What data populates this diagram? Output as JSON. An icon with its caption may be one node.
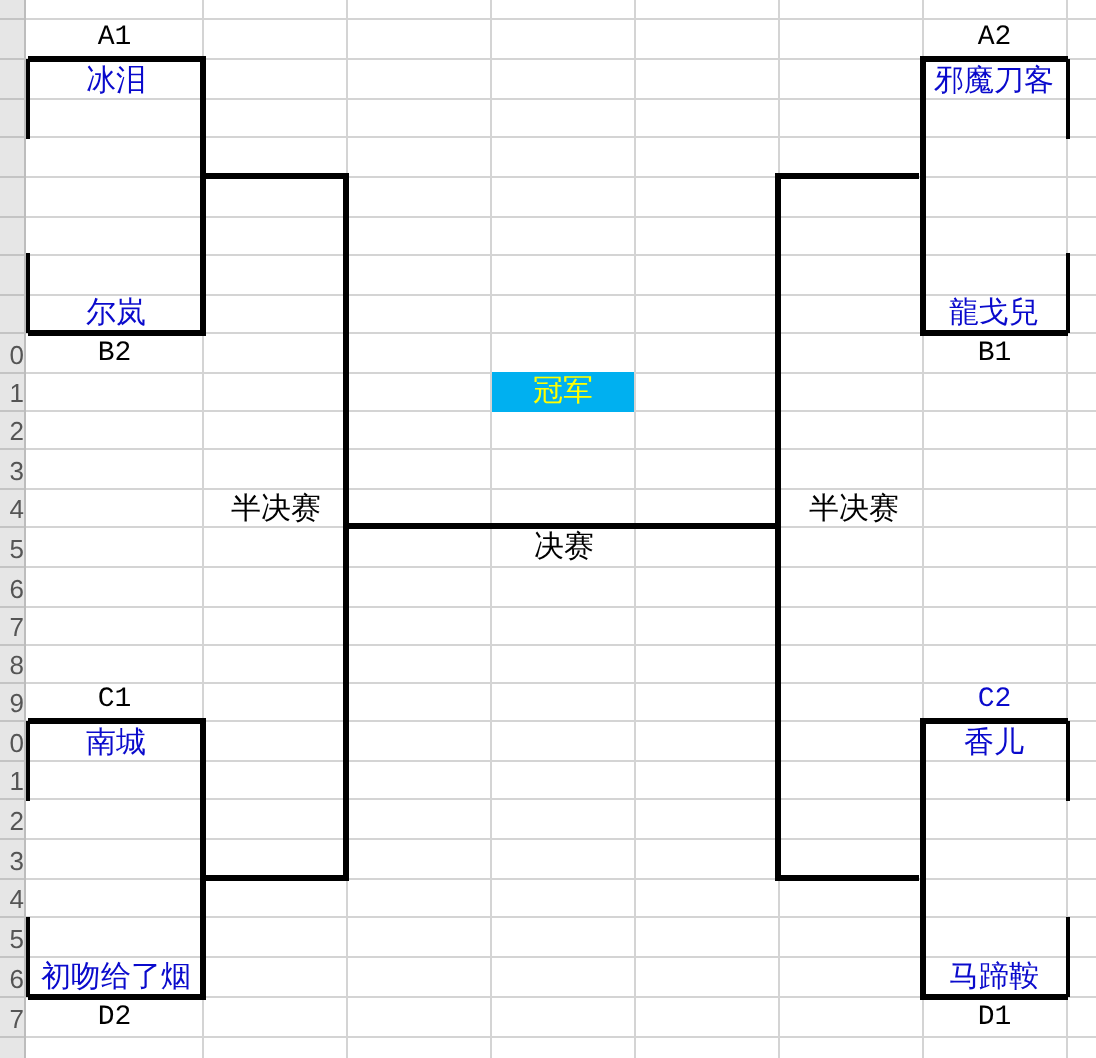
{
  "diagram": {
    "nodes": [
      {
        "text": [
          "冰泪",
          "尔岚"
        ],
        "beside": [
          "A1",
          "B2"
        ]
      },
      {
        "text": [
          "邪魔刀客",
          "龍戈兒"
        ],
        "beside": [
          "A2",
          "B1"
        ]
      },
      {
        "text": [
          "冠军"
        ]
      },
      {
        "text": [
          "南城",
          "初吻给了烟"
        ],
        "beside": [
          "C1",
          "D2"
        ]
      },
      {
        "text": [
          "香儿",
          "马蹄鞍"
        ],
        "beside": [
          "C2",
          "D1"
        ]
      }
    ],
    "edges": [
      {
        "from": 0,
        "to": 3,
        "arrow": "none",
        "label": "半决赛"
      },
      {
        "from": 1,
        "to": 4,
        "arrow": "none",
        "label": "半决赛"
      }
    ],
    "labels": [
      "0",
      "1",
      "2",
      "3",
      "4",
      "5",
      "决赛",
      "6",
      "7",
      "8",
      "9",
      "0",
      "1",
      "2",
      "3",
      "4",
      "5",
      "6",
      "7"
    ]
  }
}
